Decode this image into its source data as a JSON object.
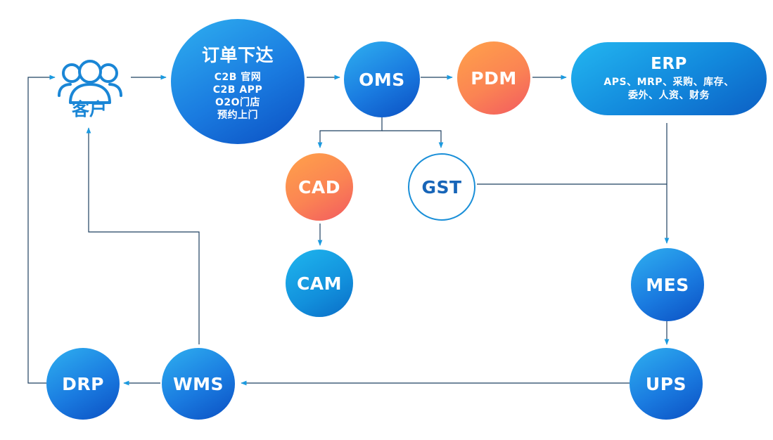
{
  "customer": {
    "label": "客户",
    "icon": "users-icon"
  },
  "order": {
    "title": "订单下达",
    "channels": [
      "C2B 官网",
      "C2B APP",
      "O2O门店",
      "预约上门"
    ]
  },
  "nodes": {
    "oms": "OMS",
    "pdm": "PDM",
    "cad": "CAD",
    "gst": "GST",
    "cam": "CAM",
    "mes": "MES",
    "ups": "UPS",
    "wms": "WMS",
    "drp": "DRP"
  },
  "erp": {
    "title": "ERP",
    "line1": "APS、MRP、采购、库存、",
    "line2": "委外、人资、财务"
  },
  "colors": {
    "line": "#1f4060",
    "arrow": "#1a9ae0",
    "blue": "#1a7be0",
    "orange": "#fb8453",
    "outline": "#1a8fd8"
  }
}
